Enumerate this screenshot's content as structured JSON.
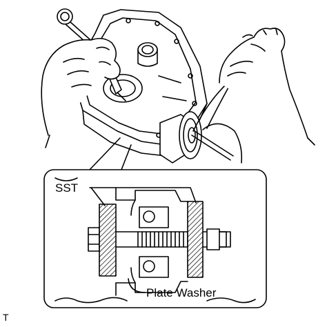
{
  "labels": {
    "sst": "SST",
    "plate_washer": "Plate Washer",
    "corner_mark": "T"
  },
  "colors": {
    "line": "#000000",
    "background": "#ffffff",
    "hatch": "#000000"
  }
}
